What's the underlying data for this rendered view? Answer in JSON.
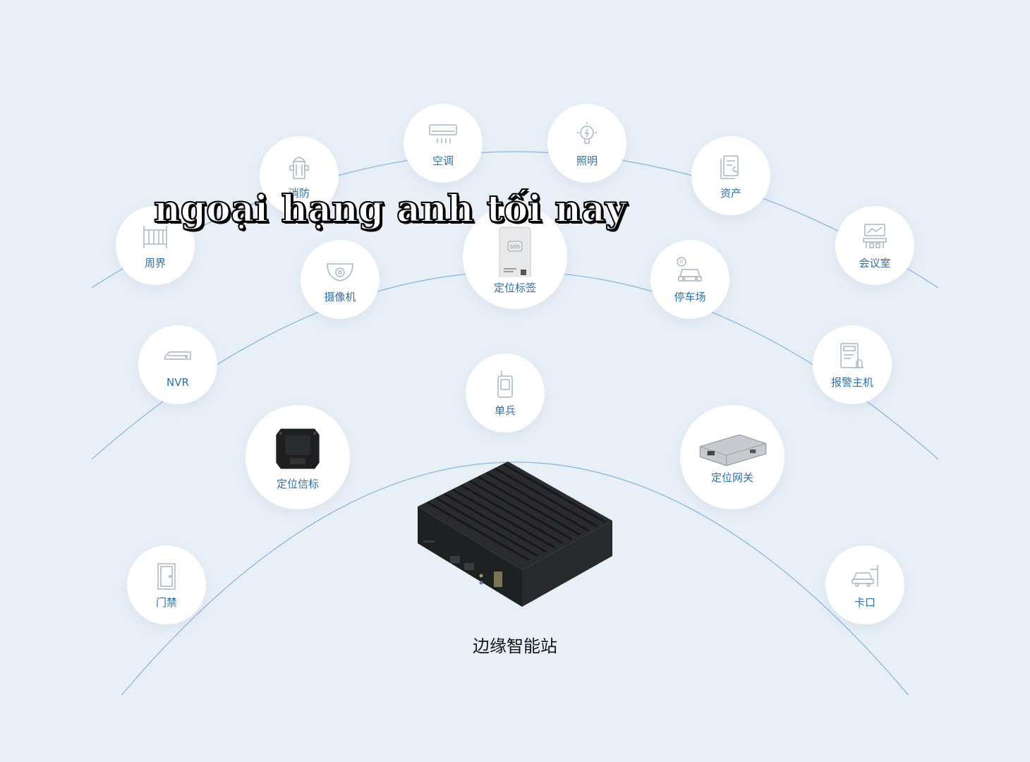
{
  "overlay_text": "ngoại hạng anh tối nay",
  "center": {
    "label": "边缘智能站"
  },
  "colors": {
    "arc": "#8bb8e2",
    "label": "#2d6fad",
    "icon": "#a9b6c4",
    "background": "#eaf0f8"
  },
  "nodes": {
    "kongtiao": {
      "label": "空调",
      "icon": "air-conditioner-icon"
    },
    "zhaoming": {
      "label": "照明",
      "icon": "light-bulb-icon"
    },
    "xiaofang": {
      "label": "消防",
      "icon": "fire-hydrant-icon"
    },
    "zichan": {
      "label": "资产",
      "icon": "asset-document-icon"
    },
    "zhoujie": {
      "label": "周界",
      "icon": "fence-icon"
    },
    "huiyishi": {
      "label": "会议室",
      "icon": "meeting-room-icon"
    },
    "shexiangji": {
      "label": "摄像机",
      "icon": "dome-camera-icon"
    },
    "dingweibiaoqian": {
      "label": "定位标签",
      "icon": "sos-tag-icon"
    },
    "tingchechang": {
      "label": "停车场",
      "icon": "parking-car-icon"
    },
    "nvr": {
      "label": "NVR",
      "icon": "nvr-recorder-icon"
    },
    "baojingzhuji": {
      "label": "报警主机",
      "icon": "alarm-host-icon"
    },
    "danbing": {
      "label": "单兵",
      "icon": "walkie-talkie-icon"
    },
    "dingweixinbiao": {
      "label": "定位信标",
      "icon": "beacon-device-icon"
    },
    "dingweiwangguan": {
      "label": "定位网关",
      "icon": "gateway-device-icon"
    },
    "menjin": {
      "label": "门禁",
      "icon": "door-icon"
    },
    "kakou": {
      "label": "卡口",
      "icon": "checkpoint-car-icon"
    }
  }
}
